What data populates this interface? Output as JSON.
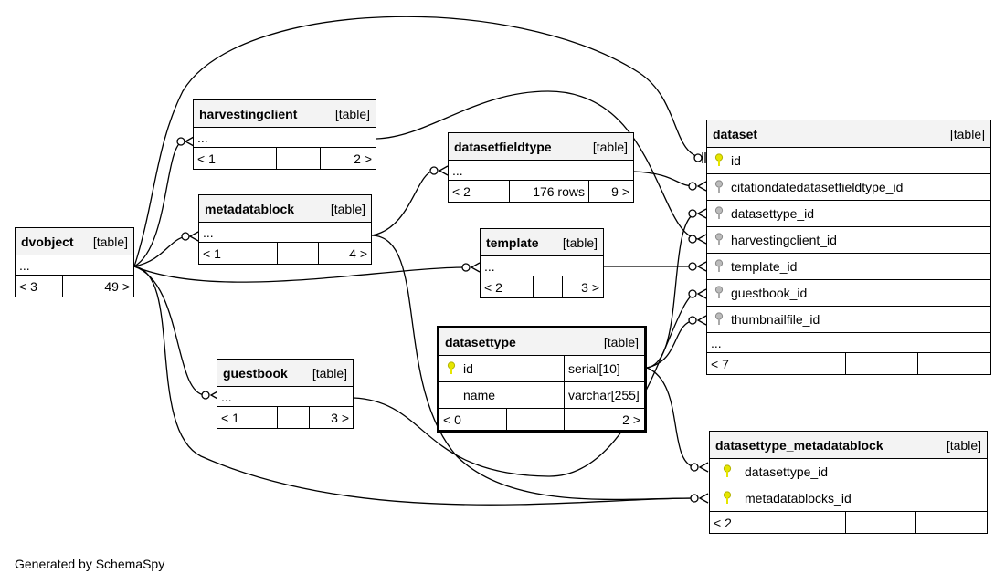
{
  "tables": {
    "dvobject": {
      "name": "dvobject",
      "kind": "[table]",
      "ellipsis": "...",
      "foot_left": "< 3",
      "foot_right": "49 >"
    },
    "harvestingclient": {
      "name": "harvestingclient",
      "kind": "[table]",
      "ellipsis": "...",
      "foot_left": "< 1",
      "foot_right": "2 >"
    },
    "metadatablock": {
      "name": "metadatablock",
      "kind": "[table]",
      "ellipsis": "...",
      "foot_left": "< 1",
      "foot_right": "4 >"
    },
    "datasetfieldtype": {
      "name": "datasetfieldtype",
      "kind": "[table]",
      "ellipsis": "...",
      "foot_left": "< 2",
      "foot_mid": "176 rows",
      "foot_right": "9 >"
    },
    "template": {
      "name": "template",
      "kind": "[table]",
      "ellipsis": "...",
      "foot_left": "< 2",
      "foot_right": "3 >"
    },
    "guestbook": {
      "name": "guestbook",
      "kind": "[table]",
      "ellipsis": "...",
      "foot_left": "< 1",
      "foot_right": "3 >"
    },
    "datasettype": {
      "name": "datasettype",
      "kind": "[table]",
      "columns": [
        {
          "name": "id",
          "type": "serial[10]",
          "key": "primary"
        },
        {
          "name": "name",
          "type": "varchar[255]",
          "key": "none"
        }
      ],
      "foot_left": "< 0",
      "foot_right": "2 >"
    },
    "dataset": {
      "name": "dataset",
      "kind": "[table]",
      "columns": [
        {
          "name": "id",
          "key": "primary"
        },
        {
          "name": "citationdatedatasetfieldtype_id",
          "key": "foreign"
        },
        {
          "name": "datasettype_id",
          "key": "foreign"
        },
        {
          "name": "harvestingclient_id",
          "key": "foreign"
        },
        {
          "name": "template_id",
          "key": "foreign"
        },
        {
          "name": "guestbook_id",
          "key": "foreign"
        },
        {
          "name": "thumbnailfile_id",
          "key": "foreign"
        }
      ],
      "ellipsis": "...",
      "foot_left": "< 7"
    },
    "datasettype_metadatablock": {
      "name": "datasettype_metadatablock",
      "kind": "[table]",
      "columns": [
        {
          "name": "datasettype_id",
          "key": "primary"
        },
        {
          "name": "metadatablocks_id",
          "key": "primary"
        }
      ],
      "foot_left": "< 2"
    }
  },
  "colors": {
    "primary_key": "#e6e600",
    "foreign_key": "#9a9a9a",
    "header_bg": "#f3f3f3"
  },
  "footer": {
    "generated_by": "Generated by SchemaSpy"
  }
}
